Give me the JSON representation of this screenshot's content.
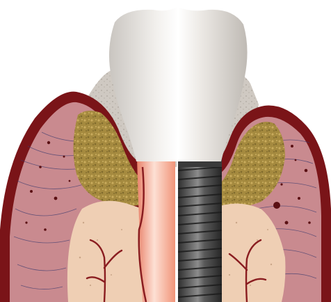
{
  "illustration": {
    "left_side": "natural-tooth-root",
    "right_side": "dental-implant-screw",
    "colors": {
      "background": "#ffffff",
      "crown": "#e9e6e2",
      "gum_outline": "#7a1418",
      "gum_tissue": "#c9898e",
      "bone_marrow": "#efcfb4",
      "cortical_bone": "#a3863c",
      "root_left": "#f7a58c",
      "implant_metal": "#4a4a4a",
      "nerve_lines": "#3b3a6e",
      "vessels": "#8a1d20",
      "tartar": "#c7c1ba"
    },
    "icons": [
      "tooth-crown",
      "tooth-root",
      "implant-screw",
      "blood-vessel",
      "bone-pores"
    ]
  }
}
